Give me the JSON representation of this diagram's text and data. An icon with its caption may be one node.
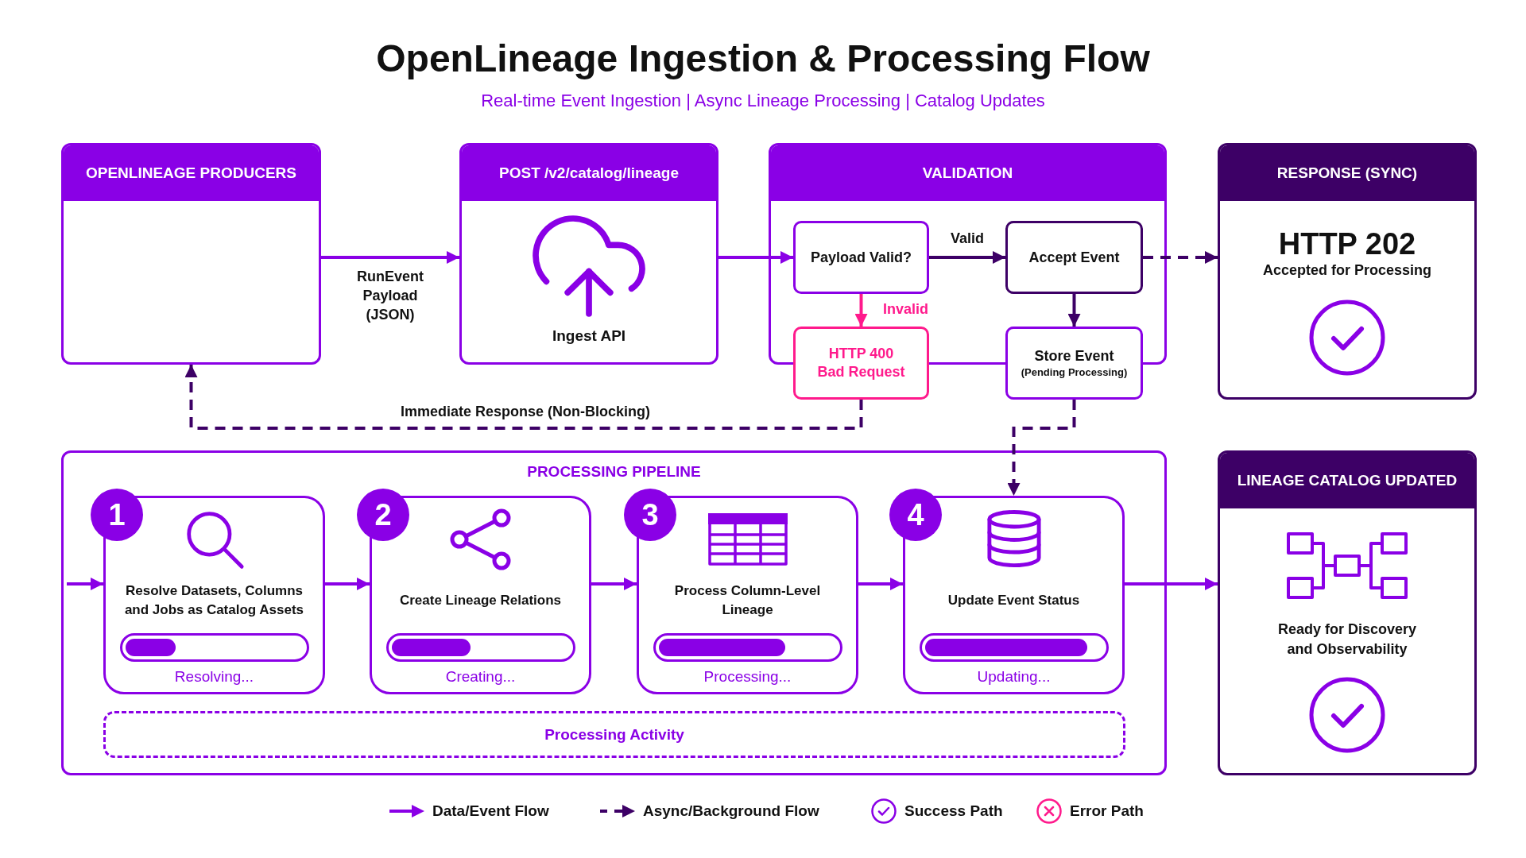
{
  "diagram": {
    "title": "OpenLineage Ingestion & Processing Flow",
    "nodes": [
      {
        "text": [
          "OPENLINEAGE PRODUCERS"
        ]
      },
      {
        "text": [
          "POST /v2/catalog/lineage",
          "Ingest API"
        ]
      },
      {
        "text": [
          "VALIDATION"
        ]
      },
      {
        "text": [
          "Payload Valid?"
        ],
        "in": 2
      },
      {
        "text": [
          "Accept Event"
        ],
        "in": 2
      },
      {
        "text": [
          "HTTP 400 Bad Request"
        ]
      },
      {
        "text": [
          "Store Event",
          "(Pending Processing)"
        ]
      },
      {
        "text": [
          "RESPONSE (SYNC)",
          "HTTP 202",
          "Accepted for Processing"
        ]
      },
      {
        "text": [
          "PROCESSING PIPELINE"
        ]
      },
      {
        "text": [
          "1"
        ],
        "in": 8
      },
      {
        "text": [
          "Resolve Datasets, Columns and Jobs as Catalog Assets",
          "Resolving..."
        ],
        "in": 8
      },
      {
        "text": [
          "2"
        ],
        "in": 8
      },
      {
        "text": [
          "Create Lineage Relations",
          "Creating..."
        ],
        "in": 8
      },
      {
        "text": [
          "3"
        ],
        "in": 8
      },
      {
        "text": [
          "Process Column-Level Lineage",
          "Processing..."
        ],
        "in": 8
      },
      {
        "text": [
          "4"
        ],
        "in": 8
      },
      {
        "text": [
          "Update Event Status",
          "Updating..."
        ],
        "in": 8
      },
      {
        "text": [
          "Processing Activity"
        ],
        "in": 8
      },
      {
        "text": [
          "LINEAGE CATALOG UPDATED",
          "Ready for Discovery and Observability"
        ]
      }
    ],
    "edges": [
      {
        "from": 0,
        "to": 1,
        "arrow": "to",
        "label": "RunEvent Payload (JSON)"
      },
      {
        "from": 1,
        "to": 3,
        "arrow": "to"
      },
      {
        "from": 3,
        "to": 4,
        "arrow": "to",
        "label": "Valid",
        "color": "#3d0066"
      },
      {
        "from": 3,
        "to": 5,
        "arrow": "to",
        "label": "Invalid",
        "color": "#ff1a8c"
      },
      {
        "from": 4,
        "to": 6,
        "arrow": "to",
        "color": "#3d0066"
      },
      {
        "from": 4,
        "to": 7,
        "arrow": "to",
        "style": "dashed",
        "color": "#3d0066"
      },
      {
        "from": 5,
        "to": 0,
        "arrow": "to",
        "style": "dashed",
        "color": "#3d0066",
        "label": "Immediate Response (Non-Blocking)"
      },
      {
        "from": 6,
        "to": 16,
        "arrow": "to",
        "style": "dashed",
        "color": "#3d0066"
      },
      {
        "from": null,
        "to": 10,
        "arrow": "to"
      },
      {
        "from": 10,
        "to": 12,
        "arrow": "to"
      },
      {
        "from": 12,
        "to": 14,
        "arrow": "to"
      },
      {
        "from": 14,
        "to": 16,
        "arrow": "to"
      },
      {
        "from": 16,
        "to": 18,
        "arrow": "to"
      }
    ],
    "labels": [
      "Real-time Event Ingestion | Async Lineage Processing | Catalog Updates"
    ],
    "legend": [
      {
        "text": "Data/Event Flow"
      },
      {
        "text": "Async/Background Flow"
      },
      {
        "text": "Success Path"
      },
      {
        "text": "Error Path"
      }
    ]
  }
}
